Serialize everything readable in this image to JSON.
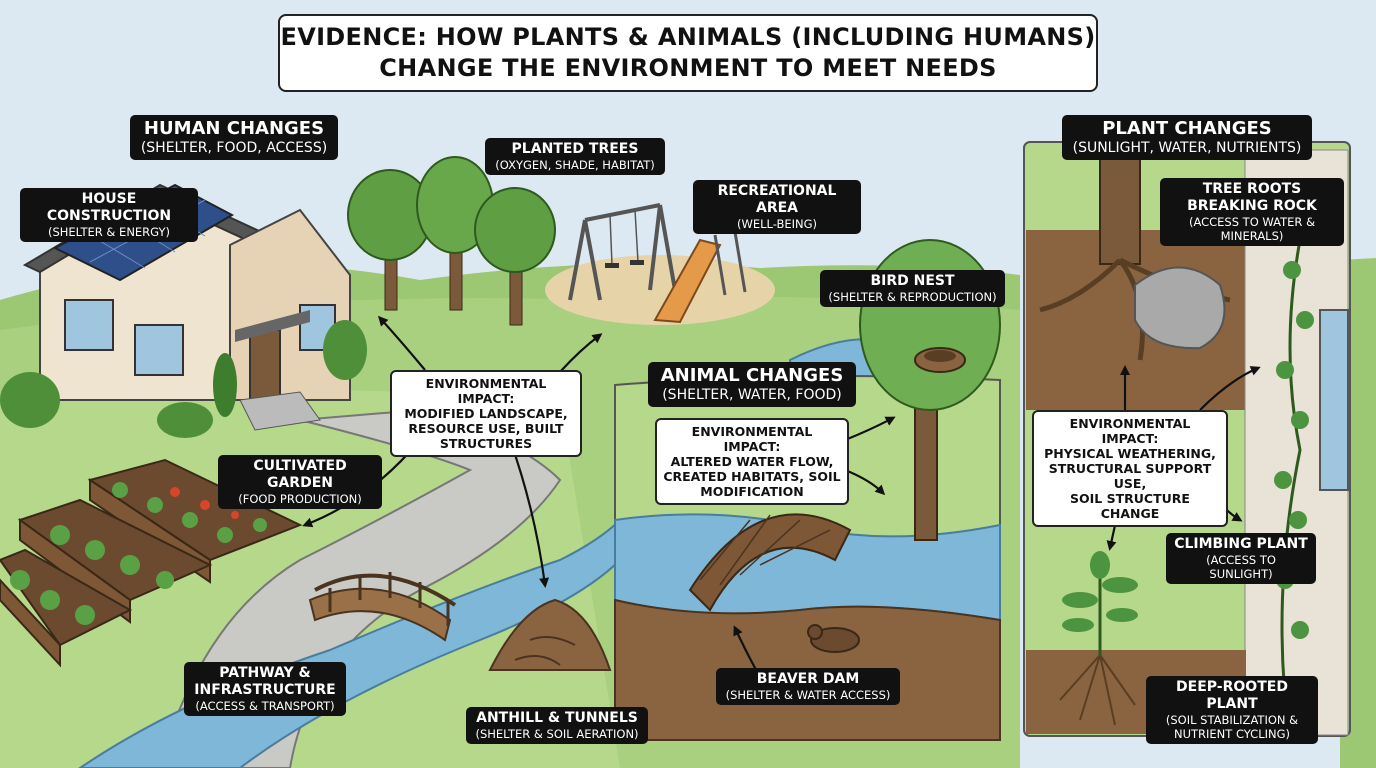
{
  "title": {
    "line1": "EVIDENCE: HOW PLANTS & ANIMALS (INCLUDING HUMANS)",
    "line2": "CHANGE THE ENVIRONMENT TO MEET NEEDS"
  },
  "sections": {
    "human": {
      "title": "HUMAN CHANGES",
      "subtitle": "(SHELTER, FOOD, ACCESS)"
    },
    "animal": {
      "title": "ANIMAL CHANGES",
      "subtitle": "(SHELTER, WATER, FOOD)"
    },
    "plant": {
      "title": "PLANT CHANGES",
      "subtitle": "(SUNLIGHT, WATER, NUTRIENTS)"
    }
  },
  "labels": {
    "house": {
      "title": "HOUSE CONSTRUCTION",
      "sub": "(SHELTER & ENERGY)"
    },
    "trees": {
      "title": "PLANTED TREES",
      "sub": "(OXYGEN, SHADE, HABITAT)"
    },
    "recreation": {
      "title": "RECREATIONAL AREA",
      "sub": "(WELL-BEING)"
    },
    "garden": {
      "title": "CULTIVATED GARDEN",
      "sub": "(FOOD PRODUCTION)"
    },
    "pathway": {
      "title1": "PATHWAY &",
      "title2": "INFRASTRUCTURE",
      "sub": "(ACCESS & TRANSPORT)"
    },
    "anthill": {
      "title": "ANTHILL & TUNNELS",
      "sub": "(SHELTER & SOIL AERATION)"
    },
    "bird_nest": {
      "title": "BIRD NEST",
      "sub": "(SHELTER & REPRODUCTION)"
    },
    "beaver_dam": {
      "title": "BEAVER DAM",
      "sub": "(SHELTER & WATER ACCESS)"
    },
    "tree_roots": {
      "title1": "TREE ROOTS",
      "title2": "BREAKING ROCK",
      "sub": "(ACCESS TO WATER & MINERALS)"
    },
    "climbing_plant": {
      "title": "CLIMBING PLANT",
      "sub": "(ACCESS TO SUNLIGHT)"
    },
    "deep_rooted": {
      "title": "DEEP-ROOTED PLANT",
      "sub1": "(SOIL STABILIZATION &",
      "sub2": "NUTRIENT CYCLING)"
    }
  },
  "impacts": {
    "human": [
      "ENVIRONMENTAL IMPACT:",
      "MODIFIED LANDSCAPE,",
      "RESOURCE USE, BUILT",
      "STRUCTURES"
    ],
    "animal": [
      "ENVIRONMENTAL IMPACT:",
      "ALTERED WATER FLOW,",
      "CREATED HABITATS, SOIL",
      "MODIFICATION"
    ],
    "plant": [
      "ENVIRONMENTAL IMPACT:",
      "PHYSICAL WEATHERING,",
      "STRUCTURAL SUPPORT USE,",
      "SOIL STRUCTURE CHANGE"
    ]
  },
  "colors": {
    "sky": "#dfe9f1",
    "grass": "#a8cd7c",
    "water": "#7eb8d8",
    "soil": "#8a6440",
    "label_bg": "#111111",
    "label_text": "#ffffff"
  }
}
